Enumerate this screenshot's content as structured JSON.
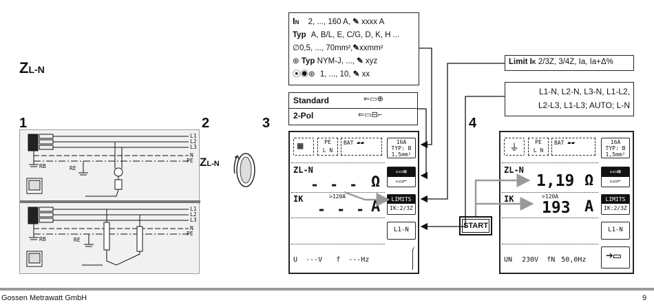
{
  "heading": {
    "main": "Z",
    "sub": "L-N"
  },
  "steps": {
    "s1": "1",
    "s2": "2",
    "s3": "3",
    "s4": "4"
  },
  "rotary": {
    "main": "Z",
    "sub": "L-N"
  },
  "info_box": {
    "line1": {
      "sym_main": "I",
      "sym_sub": "N",
      "text": "2, ..., 160 A,",
      "custom": "xxxx A"
    },
    "line2": {
      "label": "Typ",
      "text": "A, B/L, E, C/G, D, K, H ..."
    },
    "line3": {
      "text": "∅0,5, ..., 70mm²,",
      "custom": "xxmm²"
    },
    "line4": {
      "label": "Typ",
      "text": "NYM-J, ...,",
      "custom": "xyz"
    },
    "line5": {
      "text": "1, ..., 10,",
      "custom": "xx"
    }
  },
  "probe_box": {
    "standard": "Standard",
    "twopol": "2-Pol"
  },
  "limit_box": {
    "prefix": "Limit I",
    "sub": "K",
    "text": "2/3Z, 3/4Z, Ia, Ia+Δ%"
  },
  "range_box": {
    "line1": "L1-N, L2-N, L3-N, L1-L2,",
    "line2": "L2-L3, L1-L3; AUTO; L-N"
  },
  "wiring": {
    "l1": "L1",
    "l2": "L2",
    "l3": "L3",
    "n": "N",
    "pe": "PE",
    "rb": "RB",
    "re": "RE"
  },
  "display_left": {
    "pe_label": "PE",
    "ln_label": "L N",
    "bat_label": "BAT",
    "fuse": "16A",
    "typ": "TYP: B",
    "cross": "1,5mm²",
    "z_label": "ZL-N",
    "z_value": "- - -",
    "z_unit": "Ω",
    "ik_label": "IK",
    "ik_limit": ">120A",
    "ik_value": "- - -",
    "ik_unit": "A",
    "limits_label": "LIMITS",
    "limits_value": "IK:2/3Z",
    "range_btn": "L1-N",
    "u_label": "U",
    "u_value": "---V",
    "f_label": "f",
    "f_value": "---Hz"
  },
  "start_button": "START",
  "display_right": {
    "pe_label": "PE",
    "ln_label": "L N",
    "bat_label": "BAT",
    "fuse": "16A",
    "typ": "TYP: B",
    "cross": "1,5mm²",
    "z_label": "ZL-N",
    "z_value": "1,19",
    "z_unit": "Ω",
    "ik_label": "IK",
    "ik_limit": ">120A",
    "ik_value": "193",
    "ik_unit": "A",
    "limits_label": "LIMITS",
    "limits_value": "IK:2/3Z",
    "range_btn": "L1-N",
    "un_label": "UN",
    "un_value": "230V",
    "fn_label": "fN",
    "fn_value": "50,0Hz"
  },
  "footer": {
    "company": "Gossen Metrawatt GmbH",
    "page": "9"
  }
}
